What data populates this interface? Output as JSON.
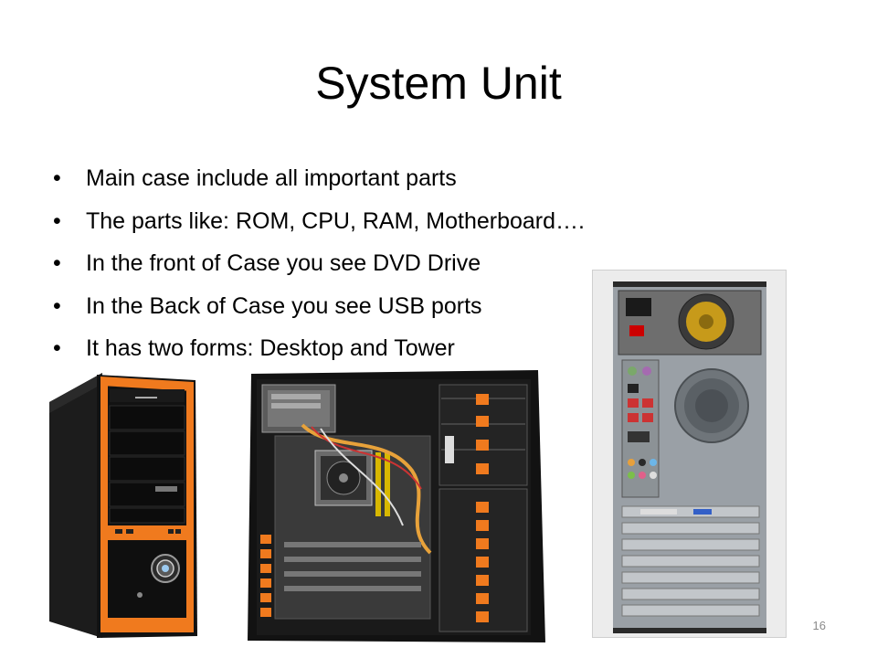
{
  "slide": {
    "title": "System Unit",
    "bullets": [
      "Main case include all important parts",
      "The parts like: ROM, CPU, RAM, Motherboard….",
      "In the front of Case you see DVD Drive",
      "In the Back of Case you see USB ports",
      "It has two forms: Desktop and Tower"
    ],
    "slide_number": "16"
  },
  "colors": {
    "case_orange": "#f07a1e",
    "case_black": "#1b1b1b",
    "background": "#ffffff"
  },
  "images": [
    {
      "name": "tower-case-front-image"
    },
    {
      "name": "open-case-interior-image"
    },
    {
      "name": "case-back-panel-image"
    }
  ]
}
